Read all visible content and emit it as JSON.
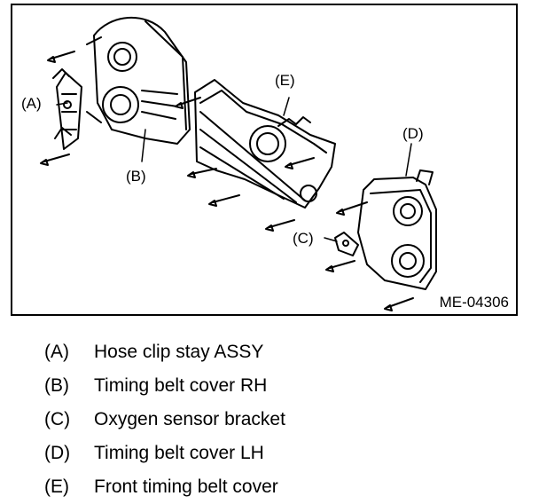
{
  "figure": {
    "id": "ME-04306",
    "callouts": {
      "a": "(A)",
      "b": "(B)",
      "c": "(C)",
      "d": "(D)",
      "e": "(E)"
    }
  },
  "legend": [
    {
      "key": "(A)",
      "text": "Hose clip stay ASSY"
    },
    {
      "key": "(B)",
      "text": "Timing belt cover RH"
    },
    {
      "key": "(C)",
      "text": "Oxygen sensor bracket"
    },
    {
      "key": "(D)",
      "text": "Timing belt cover LH"
    },
    {
      "key": "(E)",
      "text": "Front timing belt cover"
    }
  ]
}
